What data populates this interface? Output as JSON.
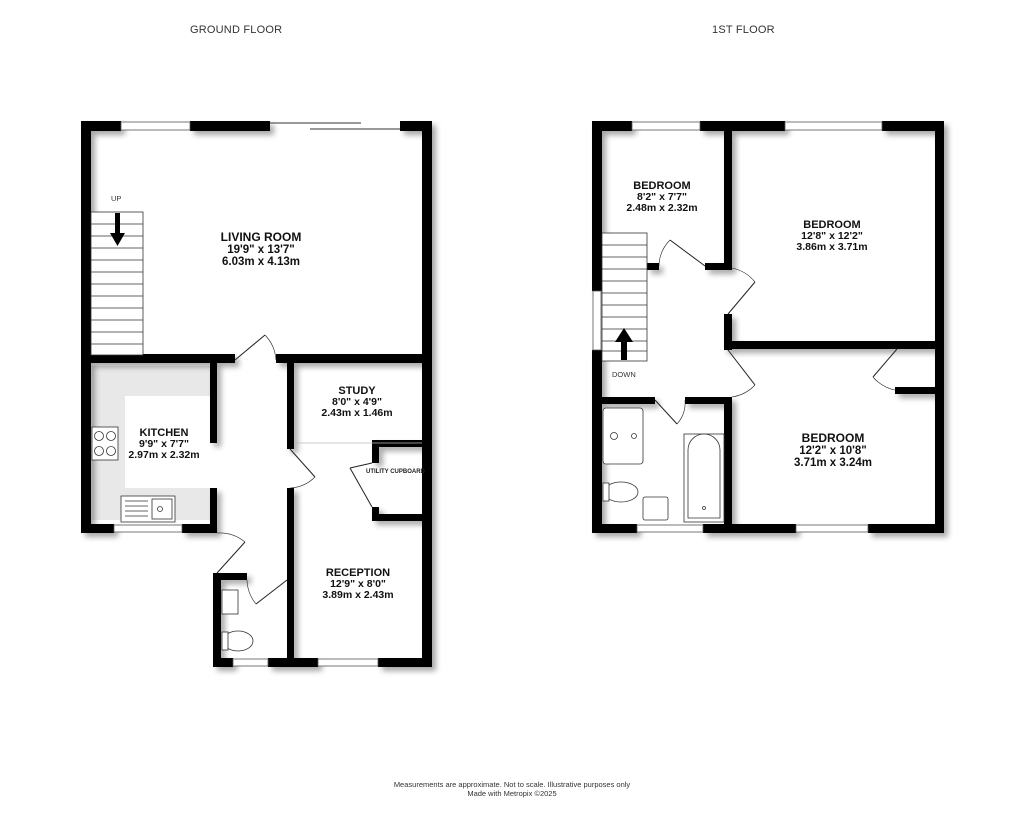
{
  "floors": {
    "ground": {
      "title": "GROUND FLOOR",
      "stairs_label": "UP",
      "rooms": {
        "living_room": {
          "name": "LIVING ROOM",
          "imperial": "19'9\"  x 13'7\"",
          "metric": "6.03m  x 4.13m"
        },
        "kitchen": {
          "name": "KITCHEN",
          "imperial": "9'9\"  x 7'7\"",
          "metric": "2.97m  x 2.32m"
        },
        "study": {
          "name": "STUDY",
          "imperial": "8'0\"  x 4'9\"",
          "metric": "2.43m  x 1.46m"
        },
        "utility": {
          "name": "UTILITY CUPBOARD"
        },
        "reception": {
          "name": "RECEPTION",
          "imperial": "12'9\"  x 8'0\"",
          "metric": "3.89m  x 2.43m"
        }
      }
    },
    "first": {
      "title": "1ST FLOOR",
      "stairs_label": "DOWN",
      "rooms": {
        "bedroom_small": {
          "name": "BEDROOM",
          "imperial": "8'2\"  x 7'7\"",
          "metric": "2.48m  x 2.32m"
        },
        "bedroom_large": {
          "name": "BEDROOM",
          "imperial": "12'8\"  x 12'2\"",
          "metric": "3.86m  x 3.71m"
        },
        "bedroom_rear": {
          "name": "BEDROOM",
          "imperial": "12'2\"  x 10'8\"",
          "metric": "3.71m  x 3.24m"
        }
      }
    }
  },
  "footer": {
    "line1": "Measurements are approximate.  Not to scale.  Illustrative purposes only",
    "line2": "Made with Metropix ©2025"
  },
  "colors": {
    "wall": "#000000",
    "counter": "#e6e6e6",
    "background": "#ffffff"
  }
}
